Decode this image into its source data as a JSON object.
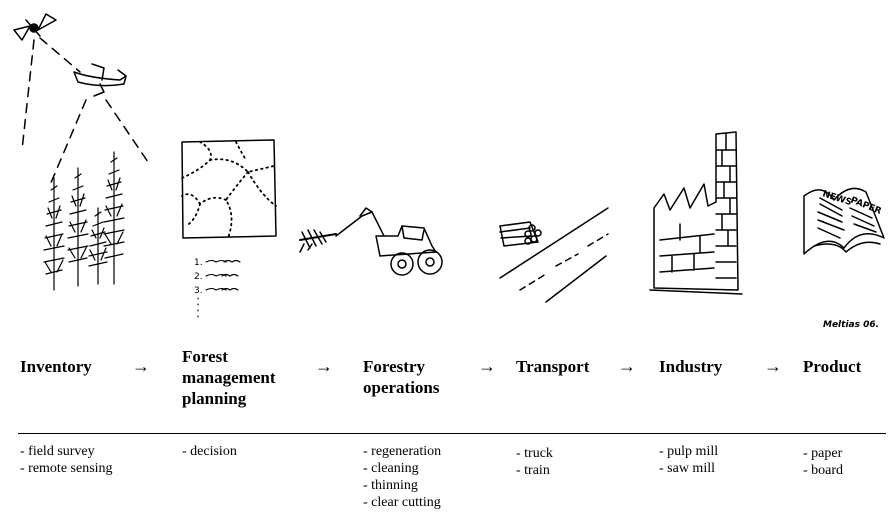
{
  "signature": "Meltias 06.",
  "arrow_glyph": "→",
  "stages": [
    {
      "name": "Inventory",
      "items": [
        "- field survey",
        "- remote sensing"
      ]
    },
    {
      "name": "Forest management planning",
      "lines": [
        "Forest",
        "management",
        "planning"
      ],
      "items": [
        "- decision"
      ]
    },
    {
      "name": "Forestry operations",
      "lines": [
        "Forestry",
        "operations"
      ],
      "items": [
        "- regeneration",
        "- cleaning",
        "- thinning",
        "- clear cutting"
      ]
    },
    {
      "name": "Transport",
      "items": [
        "- truck",
        "- train"
      ]
    },
    {
      "name": "Industry",
      "items": [
        "- pulp mill",
        "- saw mill"
      ]
    },
    {
      "name": "Product",
      "items": [
        "- paper",
        "- board"
      ]
    }
  ],
  "illustrations": {
    "inventory": [
      "satellite-icon",
      "airplane-icon",
      "trees-icon"
    ],
    "planning": [
      "forest-map-icon",
      "checklist-icon"
    ],
    "operations": [
      "forestry-tractor-icon"
    ],
    "transport": [
      "log-pile-icon",
      "road-icon"
    ],
    "industry": [
      "factory-icon"
    ],
    "product": [
      "newspaper-icon"
    ]
  },
  "newspaper": {
    "word1": "NEWS",
    "word2": "PAPER"
  },
  "checklist": {
    "numbers": [
      "1.",
      "2.",
      "3."
    ]
  }
}
